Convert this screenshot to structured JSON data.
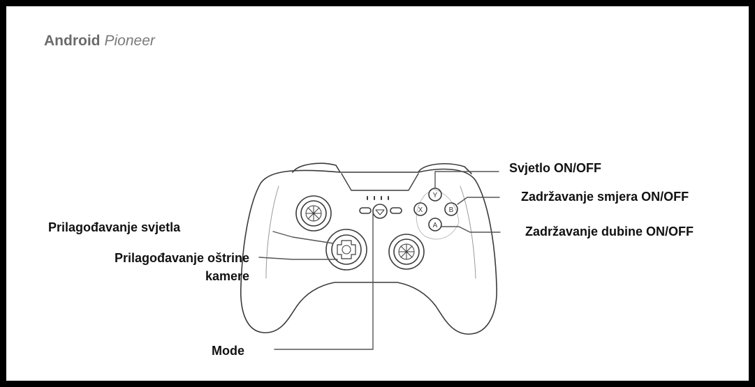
{
  "brand": {
    "name_bold": "Android",
    "name_italic": "Pioneer"
  },
  "labels": {
    "light_toggle": "Svjetlo ON/OFF",
    "direction_hold": "Zadržavanje smjera ON/OFF",
    "depth_hold": "Zadržavanje dubine ON/OFF",
    "light_adjust": "Prilagođavanje svjetla",
    "camera_sharpness_line1": "Prilagođavanje oštrine",
    "camera_sharpness_line2": "kamere",
    "mode": "Mode"
  },
  "buttons": {
    "y": "Y",
    "x": "X",
    "b": "B",
    "a": "A"
  },
  "colors": {
    "outline": "#3a3a3a",
    "leader": "#555555",
    "frame": "#000000",
    "background": "#ffffff"
  }
}
